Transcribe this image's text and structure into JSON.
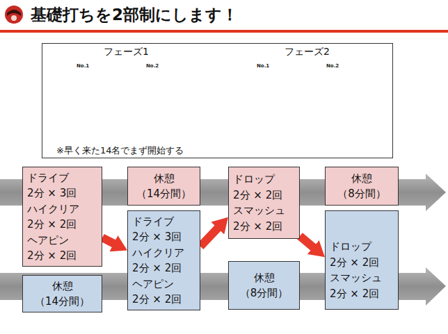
{
  "diagram": {
    "title": "基礎打ちを2部制にします！",
    "nodes": [
      {
        "text": [
          "フェーズ1",
          "フェーズ2",
          "※早く来た14名でまず開始する"
        ]
      },
      {
        "text": [
          "ドライブ",
          "2分 × 3回",
          "ハイクリア",
          "2分 × 2回",
          "ヘアピン",
          "2分 × 2回"
        ]
      },
      {
        "text": [
          "休憩",
          "（14分間）"
        ]
      },
      {
        "text": [
          "ドロップ",
          "2分 × 2回",
          "スマッシュ",
          "2分 × 2回"
        ]
      },
      {
        "text": [
          "休憩",
          "（8分間）"
        ]
      },
      {
        "text": [
          "休憩",
          "（14分間）"
        ]
      },
      {
        "text": [
          "ドライブ",
          "2分 × 3回",
          "ハイクリア",
          "2分 × 2回",
          "ヘアピン",
          "2分 × 2回"
        ]
      },
      {
        "text": [
          "休憩",
          "（8分間）"
        ]
      },
      {
        "text": [
          "ドロップ",
          "2分 × 2回",
          "スマッシュ",
          "2分 × 2回"
        ]
      }
    ],
    "edges": [
      {
        "from": 1,
        "to": 6,
        "arrow": "to"
      },
      {
        "from": 6,
        "to": 3,
        "arrow": "to"
      },
      {
        "from": 3,
        "to": 8,
        "arrow": "to"
      }
    ],
    "labels": [
      "No.1",
      "No.2",
      "No.1",
      "No.2"
    ]
  }
}
